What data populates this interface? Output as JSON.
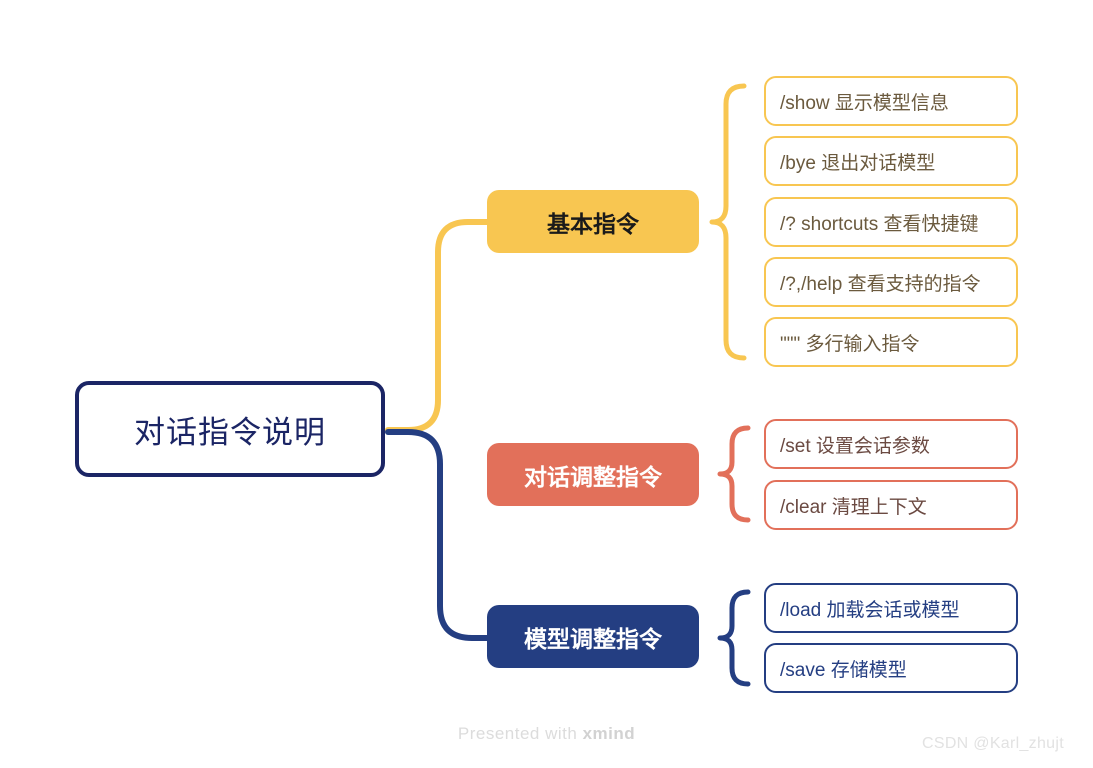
{
  "diagram": {
    "type": "mindmap",
    "root": {
      "label": "对话指令说明",
      "color": "#1b2565"
    },
    "branches": [
      {
        "id": "basic",
        "label": "基本指令",
        "fill": "#f8c651",
        "text_color": "#1a1a1a",
        "children": [
          {
            "label": "/show 显示模型信息"
          },
          {
            "label": "/bye 退出对话模型"
          },
          {
            "label": "/? shortcuts 查看快捷键"
          },
          {
            "label": "/?,/help 查看支持的指令"
          },
          {
            "label": "\"\"\" 多行输入指令"
          }
        ]
      },
      {
        "id": "dialog-adjust",
        "label": "对话调整指令",
        "fill": "#e2705a",
        "text_color": "#ffffff",
        "children": [
          {
            "label": "/set 设置会话参数"
          },
          {
            "label": "/clear 清理上下文"
          }
        ]
      },
      {
        "id": "model-adjust",
        "label": "模型调整指令",
        "fill": "#243e82",
        "text_color": "#ffffff",
        "children": [
          {
            "label": "/load 加载会话或模型"
          },
          {
            "label": "/save 存储模型"
          }
        ]
      }
    ]
  },
  "watermarks": {
    "xmind_prefix": "Presented with ",
    "xmind_brand": "xmind",
    "csdn": "CSDN @Karl_zhujt"
  }
}
